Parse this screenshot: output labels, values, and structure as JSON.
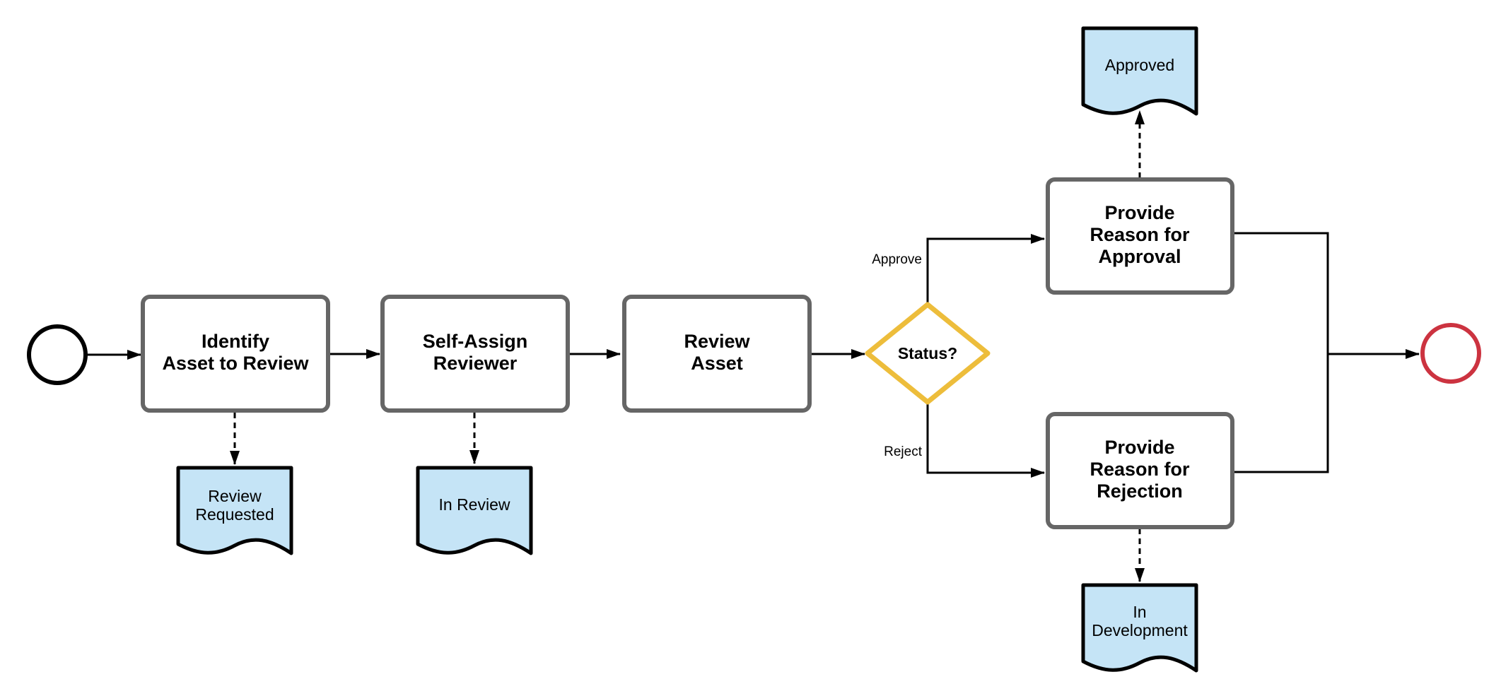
{
  "diagram": {
    "tasks": {
      "identify": [
        "Identify",
        "Asset to Review"
      ],
      "self_assign": [
        "Self-Assign",
        "Reviewer"
      ],
      "review": [
        "Review",
        "Asset"
      ],
      "approval_reason": [
        "Provide",
        "Reason for",
        "Approval"
      ],
      "rejection_reason": [
        "Provide",
        "Reason for",
        "Rejection"
      ]
    },
    "gateway": {
      "label": "Status?"
    },
    "edge_labels": {
      "approve": "Approve",
      "reject": "Reject"
    },
    "documents": {
      "review_requested": [
        "Review",
        "Requested"
      ],
      "in_review": [
        "In Review"
      ],
      "approved": [
        "Approved"
      ],
      "in_development": [
        "In",
        "Development"
      ]
    },
    "colors": {
      "task_border": "#666666",
      "document_fill": "#c5e4f6",
      "gateway_border": "#edbd3b",
      "end_event": "#cc3340",
      "start_event": "#000000"
    }
  }
}
